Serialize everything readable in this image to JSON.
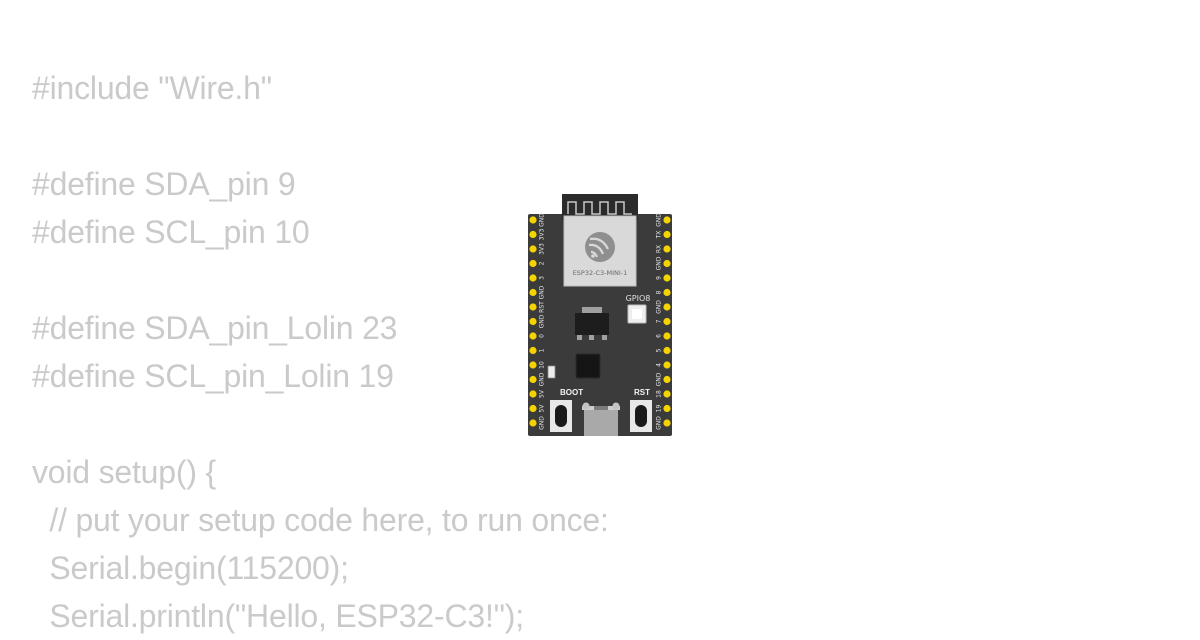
{
  "code_lines": [
    "#include \"Wire.h\"",
    "",
    "#define SDA_pin 9",
    "#define SCL_pin 10",
    "",
    "#define SDA_pin_Lolin 23",
    "#define SCL_pin_Lolin 19",
    "",
    "void setup() {",
    "  // put your setup code here, to run once:",
    "  Serial.begin(115200);",
    "  Serial.println(\"Hello, ESP32-C3!\");"
  ],
  "board": {
    "module_label": "ESP32-C3-MINI-1",
    "led_label": "GPIO8",
    "boot_label": "BOOT",
    "rst_label": "RST",
    "left_pins": [
      "GND",
      "3V3",
      "3V3",
      "2",
      "3",
      "GND",
      "RST",
      "GND",
      "0",
      "1",
      "10",
      "GND",
      "5V",
      "5V",
      "GND"
    ],
    "right_pins": [
      "GND",
      "TX",
      "RX",
      "GND",
      "9",
      "8",
      "GND",
      "7",
      "6",
      "5",
      "4",
      "GND",
      "18",
      "19",
      "GND"
    ],
    "colors": {
      "pcb": "#3b3b3b",
      "pin": "#f5d300",
      "module": "#d9d9d9",
      "antenna": "#2b2b2b"
    }
  }
}
